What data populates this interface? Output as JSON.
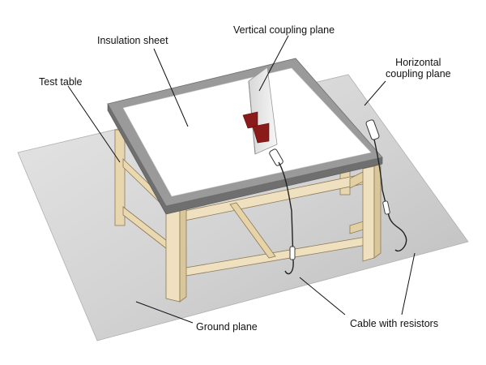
{
  "labels": {
    "insulation_sheet": "Insulation sheet",
    "vertical_coupling_plane": "Vertical coupling plane",
    "horizontal_coupling_plane_line1": "Horizontal",
    "horizontal_coupling_plane_line2": "coupling plane",
    "test_table": "Test table",
    "ground_plane": "Ground plane",
    "cable_with_resistors": "Cable with resistors"
  },
  "colors": {
    "ground_plane": "#cfcfcf",
    "table_top_border": "#8a8a8a",
    "insulation_sheet": "#ffffff",
    "wood": "#efe1bf",
    "wood_shadow": "#d9c69a",
    "clamp": "#8b1a1a",
    "cable": "#222222"
  }
}
